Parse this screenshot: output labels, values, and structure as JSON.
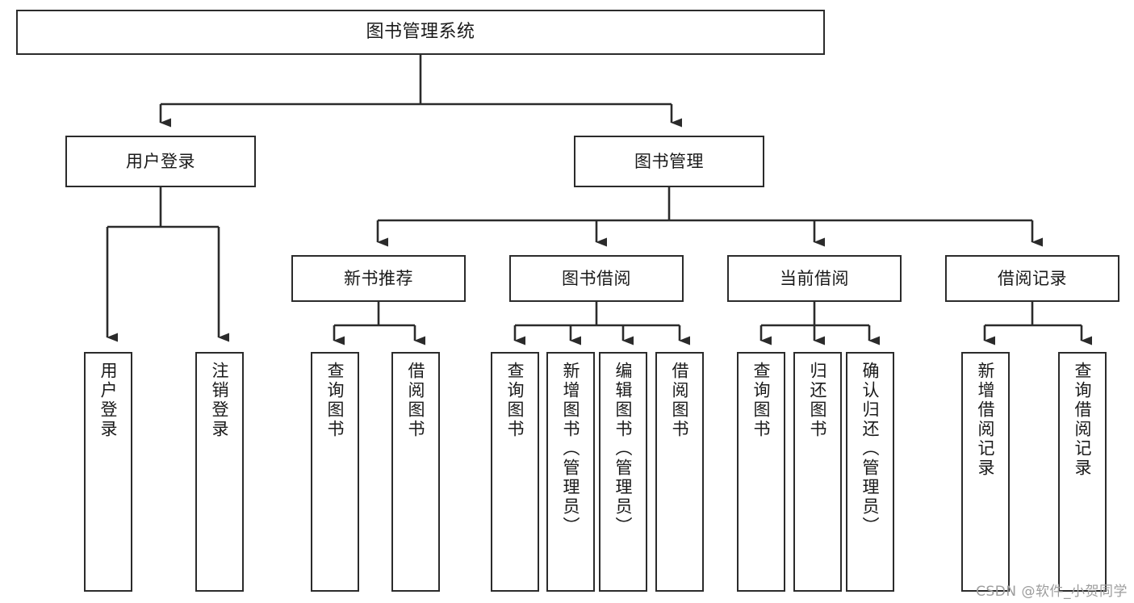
{
  "diagram": {
    "title": "图书管理系统",
    "watermark": "CSDN @软件_小贺同学",
    "style": {
      "border_color": "#2b2b2b",
      "fill_color": "#ffffff",
      "text_color": "#1a1a1a",
      "edge_color": "#2b2b2b",
      "watermark_color": "#9d9d9d"
    },
    "nodes": {
      "root": {
        "label": "图书管理系统"
      },
      "branch_user": {
        "label": "用户登录"
      },
      "branch_book": {
        "label": "图书管理"
      },
      "cat_new": {
        "label": "新书推荐"
      },
      "cat_borrow": {
        "label": "图书借阅"
      },
      "cat_current": {
        "label": "当前借阅"
      },
      "cat_record": {
        "label": "借阅记录"
      }
    },
    "leaves": {
      "user": [
        {
          "label": "用户登录"
        },
        {
          "label": "注销登录"
        }
      ],
      "new_book": [
        {
          "label": "查询图书"
        },
        {
          "label": "借阅图书"
        }
      ],
      "book_borrow": [
        {
          "label": "查询图书"
        },
        {
          "label": "新增图书（管理员）"
        },
        {
          "label": "编辑图书（管理员）"
        },
        {
          "label": "借阅图书"
        }
      ],
      "current_borrow": [
        {
          "label": "查询图书"
        },
        {
          "label": "归还图书"
        },
        {
          "label": "确认归还（管理员）"
        }
      ],
      "borrow_record": [
        {
          "label": "新增借阅记录"
        },
        {
          "label": "查询借阅记录"
        }
      ]
    }
  }
}
